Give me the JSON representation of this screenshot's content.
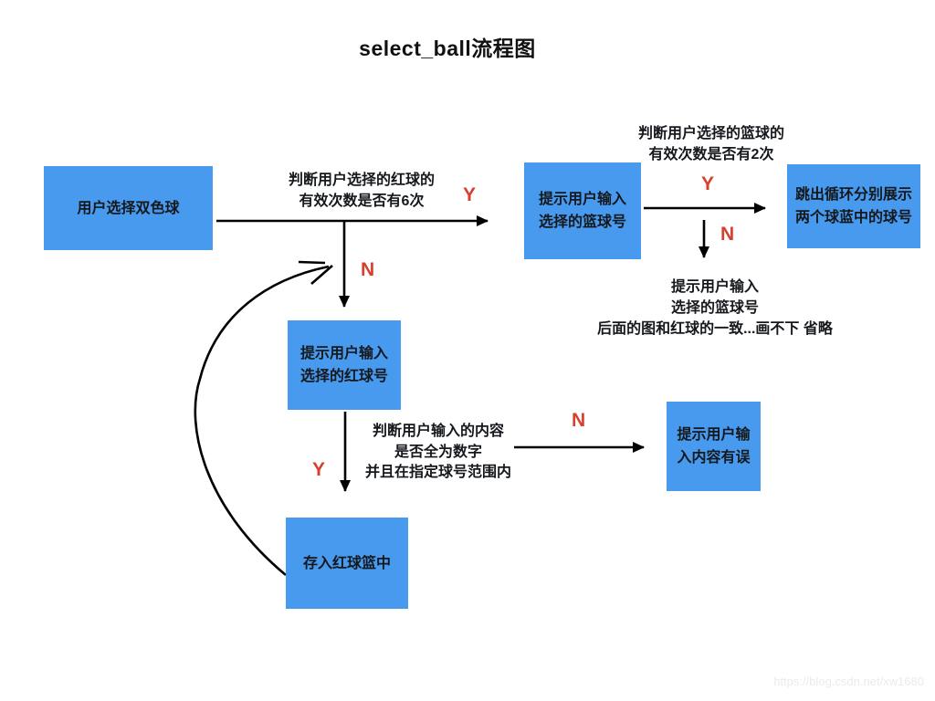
{
  "title": "select_ball流程图",
  "watermark": "https://blog.csdn.net/xw1680",
  "colors": {
    "node_fill": "#479AED",
    "branch_label": "#D7402E",
    "line": "#000000",
    "text": "#15181c"
  },
  "nodes": {
    "user_select": {
      "label": "用户选择双色球"
    },
    "prompt_basketball": {
      "label": "提示用户输入\n选择的篮球号"
    },
    "exit_loop": {
      "label": "跳出循环分别展示\n两个球蓝中的球号"
    },
    "prompt_redball": {
      "label": "提示用户输入\n选择的红球号"
    },
    "input_error": {
      "label": "提示用户输\n入内容有误"
    },
    "store_redball": {
      "label": "存入红球篮中"
    }
  },
  "conditions": {
    "red_valid": "判断用户选择的红球的\n有效次数是否有6次",
    "basketball_valid": "判断用户选择的篮球的\n有效次数是否有2次",
    "basketball_note": "提示用户输入\n选择的篮球号\n后面的图和红球的一致...画不下 省略",
    "input_valid": "判断用户输入的内容\n是否全为数字\n并且在指定球号范围内"
  },
  "branches": {
    "red_yes": "Y",
    "red_no": "N",
    "basket_yes": "Y",
    "basket_no": "N",
    "input_yes": "Y",
    "input_no": "N"
  }
}
